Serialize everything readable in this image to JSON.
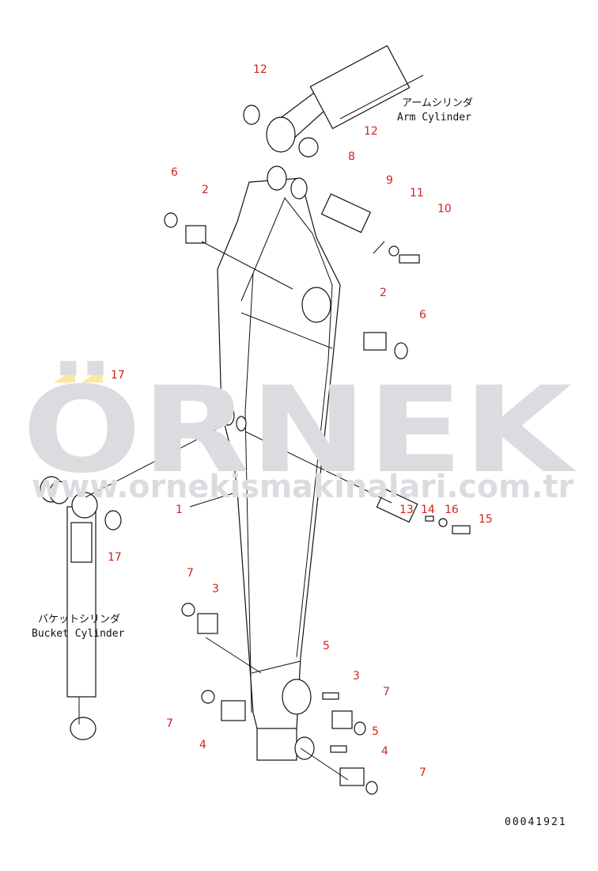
{
  "watermark": {
    "brand": "ÖRNEK",
    "url": "www.ornekismakinalari.com.tr",
    "gray": "#dcdce0",
    "yellow": "#fbe7a0"
  },
  "labels": {
    "arm_cylinder_jp": "アームシリンダ",
    "arm_cylinder_en": "Arm Cylinder",
    "bucket_cylinder_jp": "バケットシリンダ",
    "bucket_cylinder_en": "Bucket Cylinder",
    "drawing_code": "00041921"
  },
  "callouts": [
    "12",
    "12",
    "8",
    "9",
    "11",
    "10",
    "6",
    "2",
    "2",
    "6",
    "17",
    "17",
    "1",
    "13",
    "14",
    "16",
    "15",
    "7",
    "3",
    "5",
    "3",
    "7",
    "5",
    "4",
    "7",
    "4",
    "7"
  ],
  "label_color": "#d42020"
}
